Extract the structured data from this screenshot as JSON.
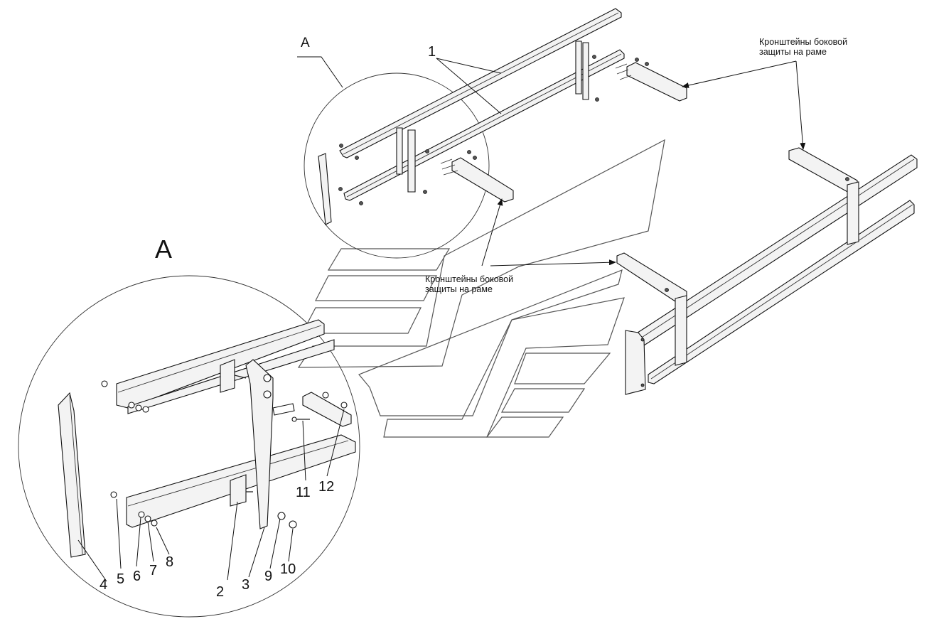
{
  "labels": {
    "view_a_big": "A",
    "view_a_small": "A",
    "part_1": "1",
    "part_2": "2",
    "part_3": "3",
    "part_4": "4",
    "part_5": "5",
    "part_6": "6",
    "part_7": "7",
    "part_8": "8",
    "part_9": "9",
    "part_10": "10",
    "part_11": "11",
    "part_12": "12",
    "bracket_note_right_line1": "Кронштейны боковой",
    "bracket_note_right_line2": "защиты на раме",
    "bracket_note_center_line1": "Кронштейны боковой",
    "bracket_note_center_line2": "защиты на раме"
  }
}
